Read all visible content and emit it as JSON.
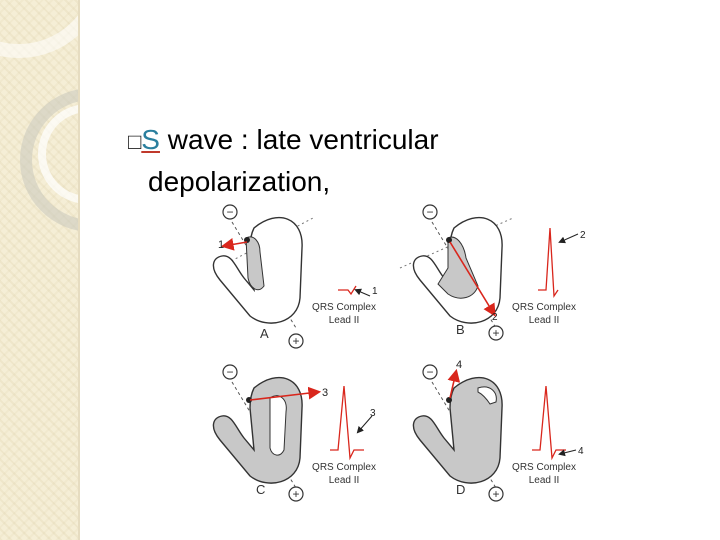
{
  "bullet": {
    "glyph": "□",
    "s_letter": "S",
    "line1_rest": " wave : late ventricular",
    "line2": "depolarization,"
  },
  "figure": {
    "minus_sign": "−",
    "plus_sign": "+",
    "qrs_label": "QRS Complex",
    "lead_label": "Lead II",
    "panels": [
      {
        "letter": "A",
        "number": "1"
      },
      {
        "letter": "B",
        "number": "2"
      },
      {
        "letter": "C",
        "number": "3"
      },
      {
        "letter": "D",
        "number": "4"
      }
    ]
  },
  "colors": {
    "arrow_red": "#d9261c",
    "fill_gray": "#c8c8c8",
    "band": "#f5eed6",
    "s_letter": "#2a7f9e"
  }
}
